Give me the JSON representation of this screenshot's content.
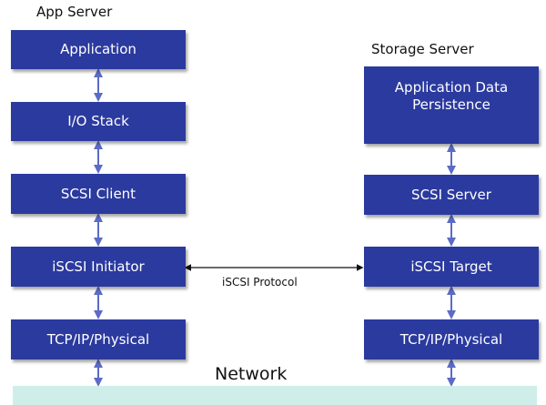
{
  "app_server": {
    "title": "App Server",
    "layers": [
      "Application",
      "I/O Stack",
      "SCSI Client",
      "iSCSI Initiator",
      "TCP/IP/Physical"
    ]
  },
  "storage_server": {
    "title": "Storage Server",
    "layers": [
      "Application Data Persistence",
      "SCSI Server",
      "iSCSI Target",
      "TCP/IP/Physical"
    ]
  },
  "protocol_label": "iSCSI Protocol",
  "network_label": "Network",
  "colors": {
    "layer_box": "#2b3a9e",
    "layer_text": "#ffffff",
    "connector": "#5b6bc7",
    "network_bar": "#cfeee9"
  }
}
